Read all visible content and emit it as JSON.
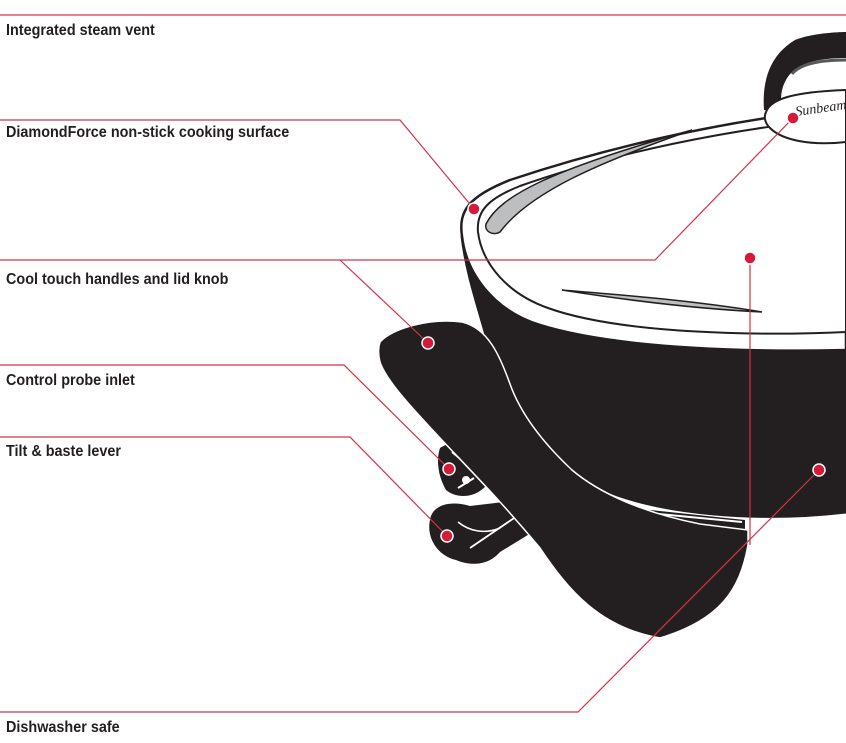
{
  "callouts": [
    {
      "id": "steam-vent",
      "label": "Integrated steam vent"
    },
    {
      "id": "nonstick-surface",
      "label": "DiamondForce non-stick cooking surface"
    },
    {
      "id": "cool-touch-handles",
      "label": "Cool touch handles and lid knob"
    },
    {
      "id": "probe-inlet",
      "label": "Control probe inlet"
    },
    {
      "id": "tilt-baste-lever",
      "label": "Tilt & baste lever"
    },
    {
      "id": "dishwasher-safe",
      "label": "Dishwasher safe"
    }
  ],
  "brand_mark": "Sunbeam",
  "colors": {
    "callout_line": "#d2334a",
    "callout_dot": "#d7193a",
    "pan_body": "#231f20",
    "lid": "#ffffff",
    "label_text": "#231f20"
  }
}
